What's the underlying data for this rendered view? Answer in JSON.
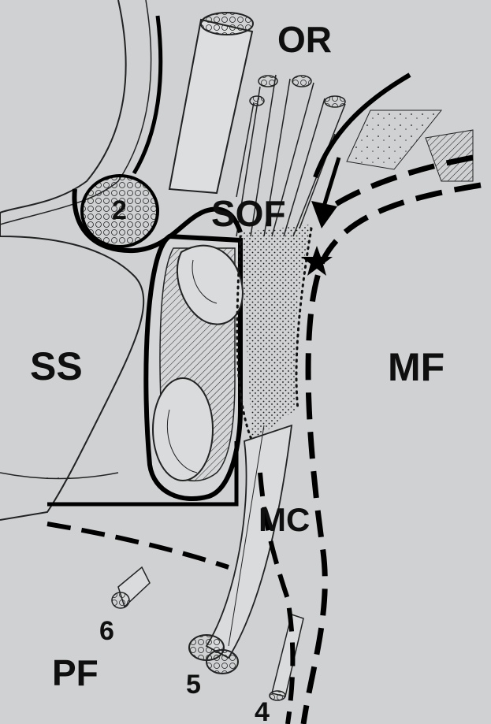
{
  "labels": {
    "or": "OR",
    "sof": "SOF",
    "ss": "SS",
    "mf": "MF",
    "mc": "MC",
    "pf": "PF",
    "n2": "2",
    "n4": "4",
    "n5": "5",
    "n6": "6"
  },
  "colors": {
    "background": "#cfd1d2",
    "ink": "#111111",
    "bone": "#d9dbdc"
  },
  "icons": {
    "star": "star-marker-icon",
    "arrow": "arrow-down-left-icon"
  }
}
